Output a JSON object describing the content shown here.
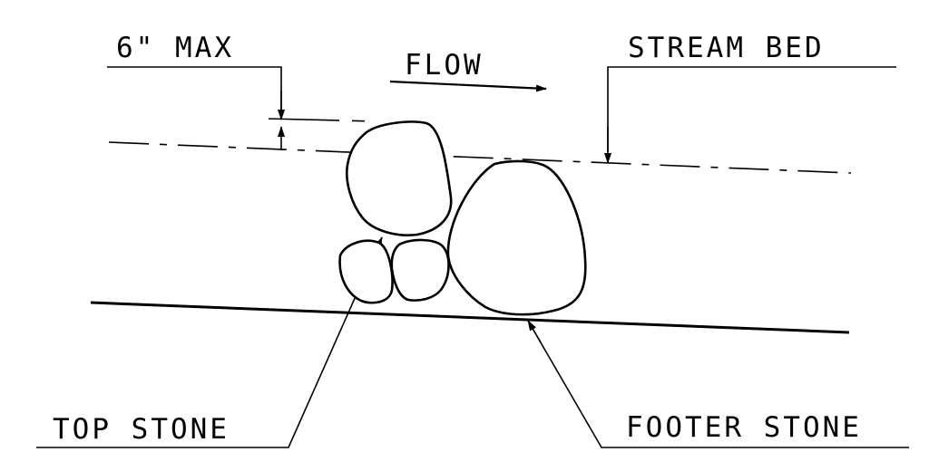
{
  "labels": {
    "max_depth": "6\" MAX",
    "flow": "FLOW",
    "stream_bed": "STREAM BED",
    "top_stone": "TOP STONE",
    "footer_stone": "FOOTER STONE"
  }
}
